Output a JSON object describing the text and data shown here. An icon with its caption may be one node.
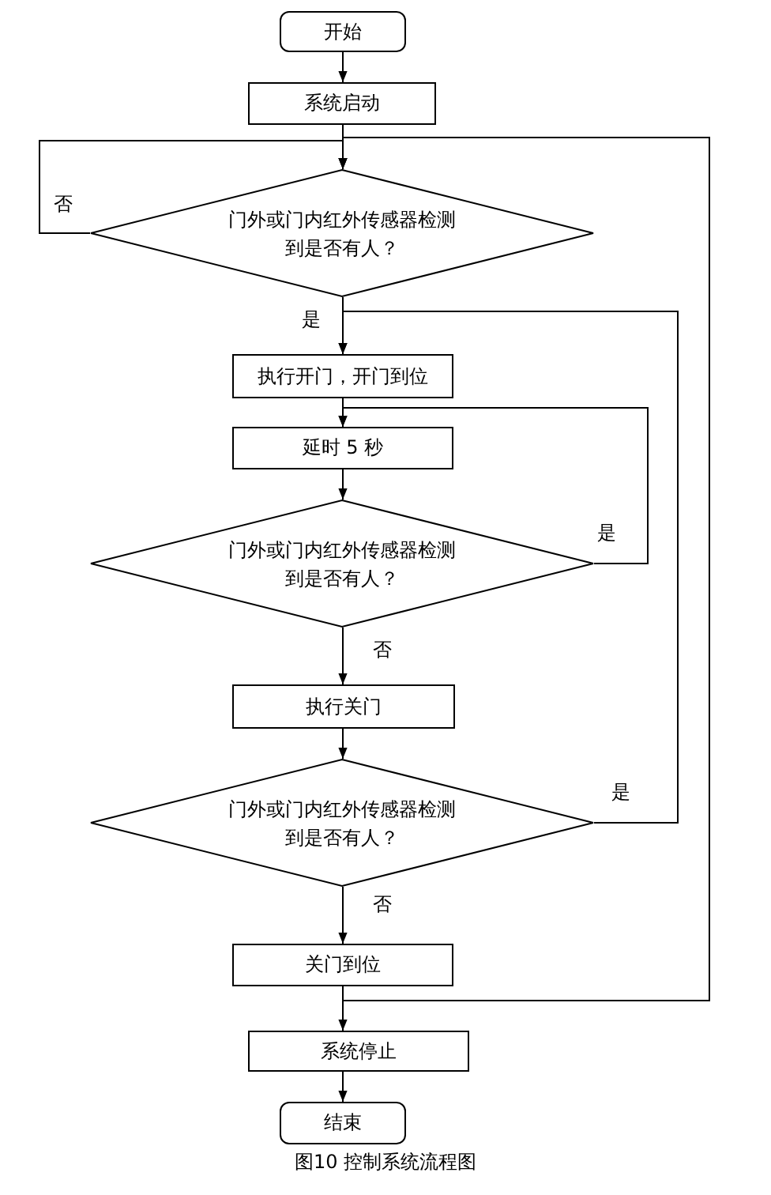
{
  "diagram": {
    "caption": "图10 控制系统流程图",
    "nodes": [
      {
        "text": [
          "开始"
        ]
      },
      {
        "text": [
          "系统启动"
        ]
      },
      {
        "text": [
          "门外或门内红外传感器检测到是否有人？"
        ]
      },
      {
        "text": [
          "执行开门，开门到位"
        ]
      },
      {
        "text": [
          "延时 5 秒"
        ]
      },
      {
        "text": [
          "门外或门内红外传感器检测到是否有人？"
        ]
      },
      {
        "text": [
          "执行关门"
        ]
      },
      {
        "text": [
          "门外或门内红外传感器检测到是否有人？"
        ]
      },
      {
        "text": [
          "关门到位"
        ]
      },
      {
        "text": [
          "系统停止"
        ]
      },
      {
        "text": [
          "结束"
        ]
      }
    ],
    "edges": [
      {
        "from": 0,
        "to": 1,
        "arrow": "to"
      },
      {
        "from": 1,
        "to": 2,
        "arrow": "to"
      },
      {
        "from": 2,
        "to": 2,
        "arrow": "to",
        "label": "否"
      },
      {
        "from": 2,
        "to": 3,
        "arrow": "to",
        "label": "是"
      },
      {
        "from": 3,
        "to": 4,
        "arrow": "to"
      },
      {
        "from": 4,
        "to": 5,
        "arrow": "to"
      },
      {
        "from": 5,
        "to": 4,
        "arrow": "to",
        "label": "是"
      },
      {
        "from": 5,
        "to": 6,
        "arrow": "to",
        "label": "否"
      },
      {
        "from": 6,
        "to": 7,
        "arrow": "to"
      },
      {
        "from": 7,
        "to": 3,
        "arrow": "to",
        "label": "是"
      },
      {
        "from": 7,
        "to": 8,
        "arrow": "to",
        "label": "否"
      },
      {
        "from": 8,
        "to": 9,
        "arrow": "to"
      },
      {
        "from": 9,
        "to": 10,
        "arrow": "to"
      },
      {
        "from": 8,
        "to": 2,
        "arrow": "to"
      }
    ]
  }
}
